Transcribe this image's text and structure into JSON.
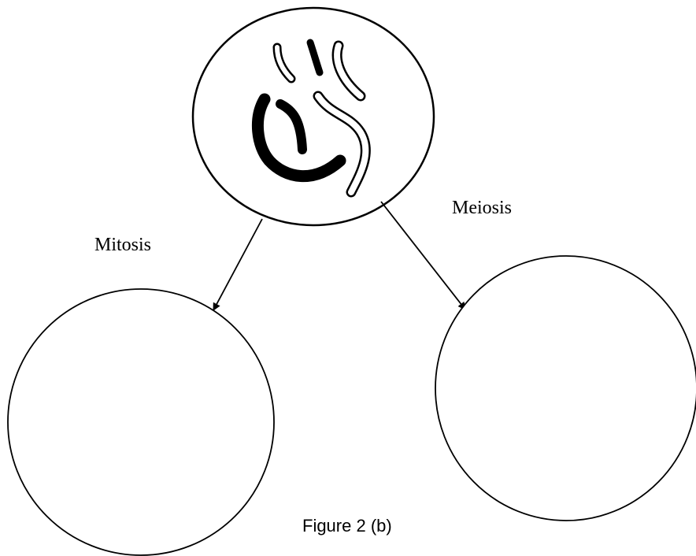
{
  "diagram": {
    "caption": "Figure 2 (b)",
    "labels": {
      "mitosis": "Mitosis",
      "meiosis": "Meiosis"
    },
    "parent_cell": {
      "chromosomes": [
        {
          "shade": "dark",
          "size": "long"
        },
        {
          "shade": "dark",
          "size": "short"
        },
        {
          "shade": "light",
          "size": "long"
        },
        {
          "shade": "light",
          "size": "short"
        }
      ]
    },
    "daughter_cells": [
      "empty",
      "empty"
    ],
    "colors": {
      "stroke": "#000000",
      "dark_chromosome": "#000000",
      "light_chromosome": "#ffffff",
      "background": "#ffffff"
    }
  }
}
